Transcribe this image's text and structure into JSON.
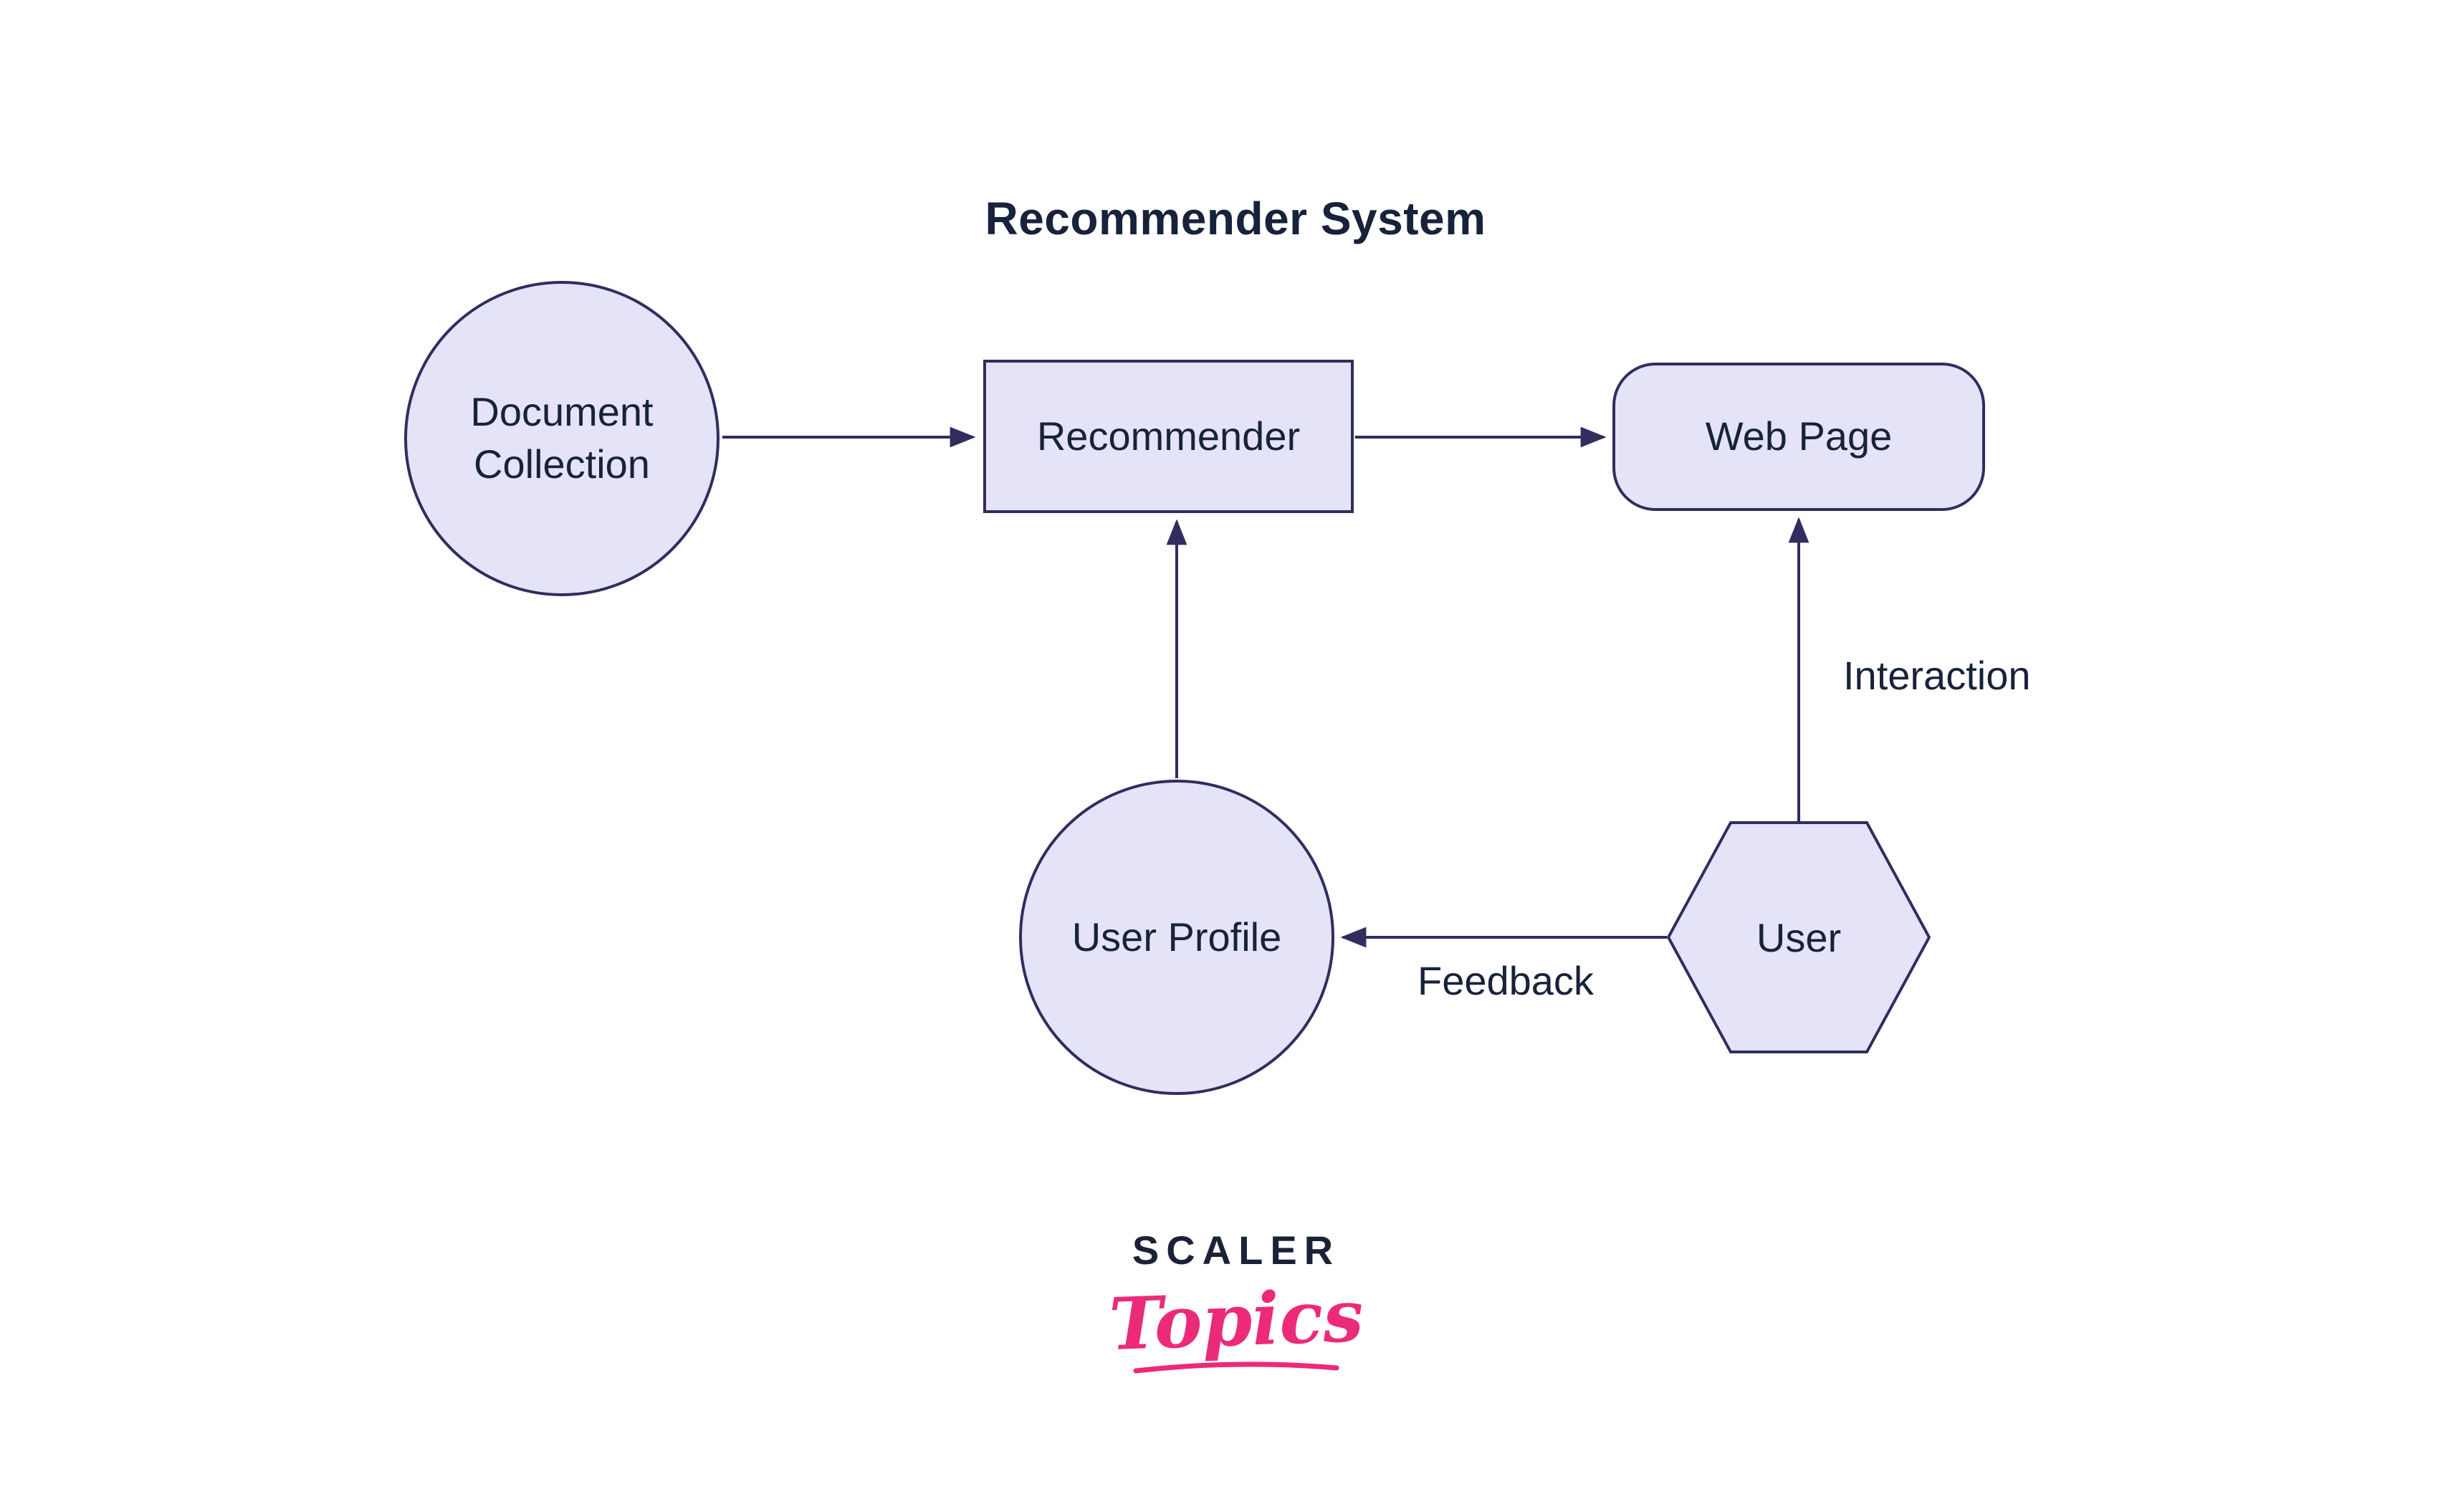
{
  "diagram": {
    "title": "Recommender System",
    "nodes": {
      "document_collection": "Document Collection",
      "recommender": "Recommender",
      "web_page": "Web Page",
      "user_profile": "User Profile",
      "user": "User"
    },
    "edge_labels": {
      "interaction": "Interaction",
      "feedback": "Feedback"
    },
    "edges": [
      {
        "from": "document_collection",
        "to": "recommender",
        "label": ""
      },
      {
        "from": "recommender",
        "to": "web_page",
        "label": ""
      },
      {
        "from": "user_profile",
        "to": "recommender",
        "label": ""
      },
      {
        "from": "user",
        "to": "web_page",
        "label": "Interaction"
      },
      {
        "from": "user",
        "to": "user_profile",
        "label": "Feedback"
      }
    ],
    "colors": {
      "node_fill": "#e4e3f8",
      "node_border": "#2f2e5f",
      "arrow": "#2f2e5f",
      "text": "#17223b",
      "logo_dark": "#1a2238",
      "logo_pink": "#ec2a7a",
      "background": "#ffffff"
    }
  },
  "logo": {
    "top": "SCALER",
    "bottom": "Topics"
  }
}
